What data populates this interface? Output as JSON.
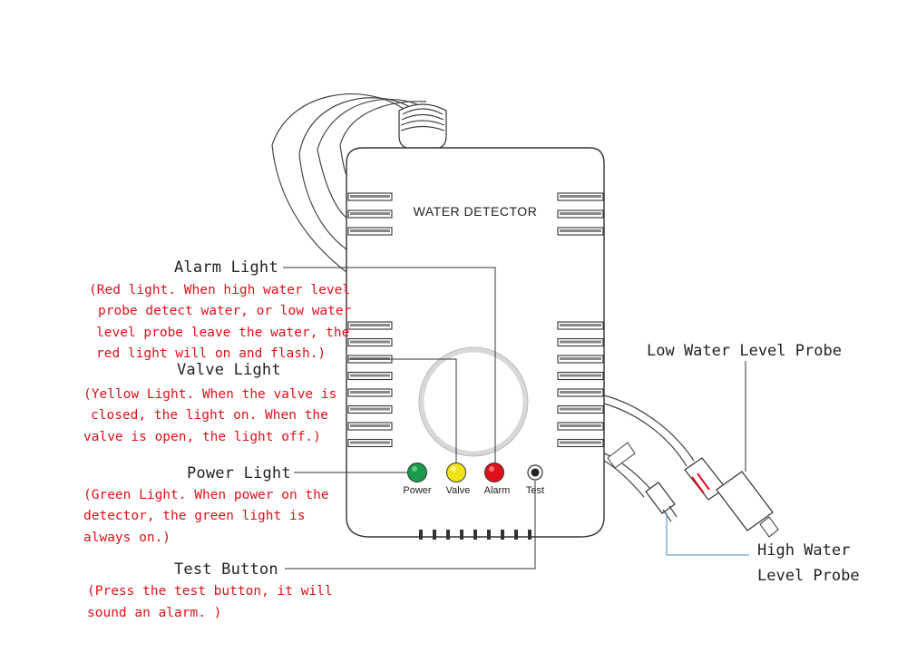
{
  "device": {
    "title": "WATER DETECTOR",
    "leds": [
      {
        "label": "Power",
        "color": "#1a9a4a"
      },
      {
        "label": "Valve",
        "color": "#f2e21a"
      },
      {
        "label": "Alarm",
        "color": "#e0101a"
      },
      {
        "label": "Test",
        "color": "#222222"
      }
    ]
  },
  "callouts": {
    "alarm": {
      "title": "Alarm Light",
      "note": [
        "(Red light. When high water level",
        "probe detect water, or low water",
        "level probe leave the water, the",
        "red light will on and flash.)"
      ]
    },
    "valve": {
      "title": "Valve Light",
      "note": [
        "(Yellow Light. When the valve is",
        "closed, the light on. When the",
        "valve is open, the light off.)"
      ]
    },
    "power": {
      "title": "Power Light",
      "note": [
        "(Green Light. When power on the",
        "detector, the green light is",
        "always on.)"
      ]
    },
    "test": {
      "title": "Test Button",
      "note": [
        "(Press the test button, it will",
        "sound an alarm. )"
      ]
    }
  },
  "probes": {
    "low": "Low Water Level Probe",
    "high": [
      "High Water",
      "Level Probe"
    ]
  },
  "colors": {
    "note_text": "#e0101a",
    "leader_blue": "#6aa0c8"
  }
}
